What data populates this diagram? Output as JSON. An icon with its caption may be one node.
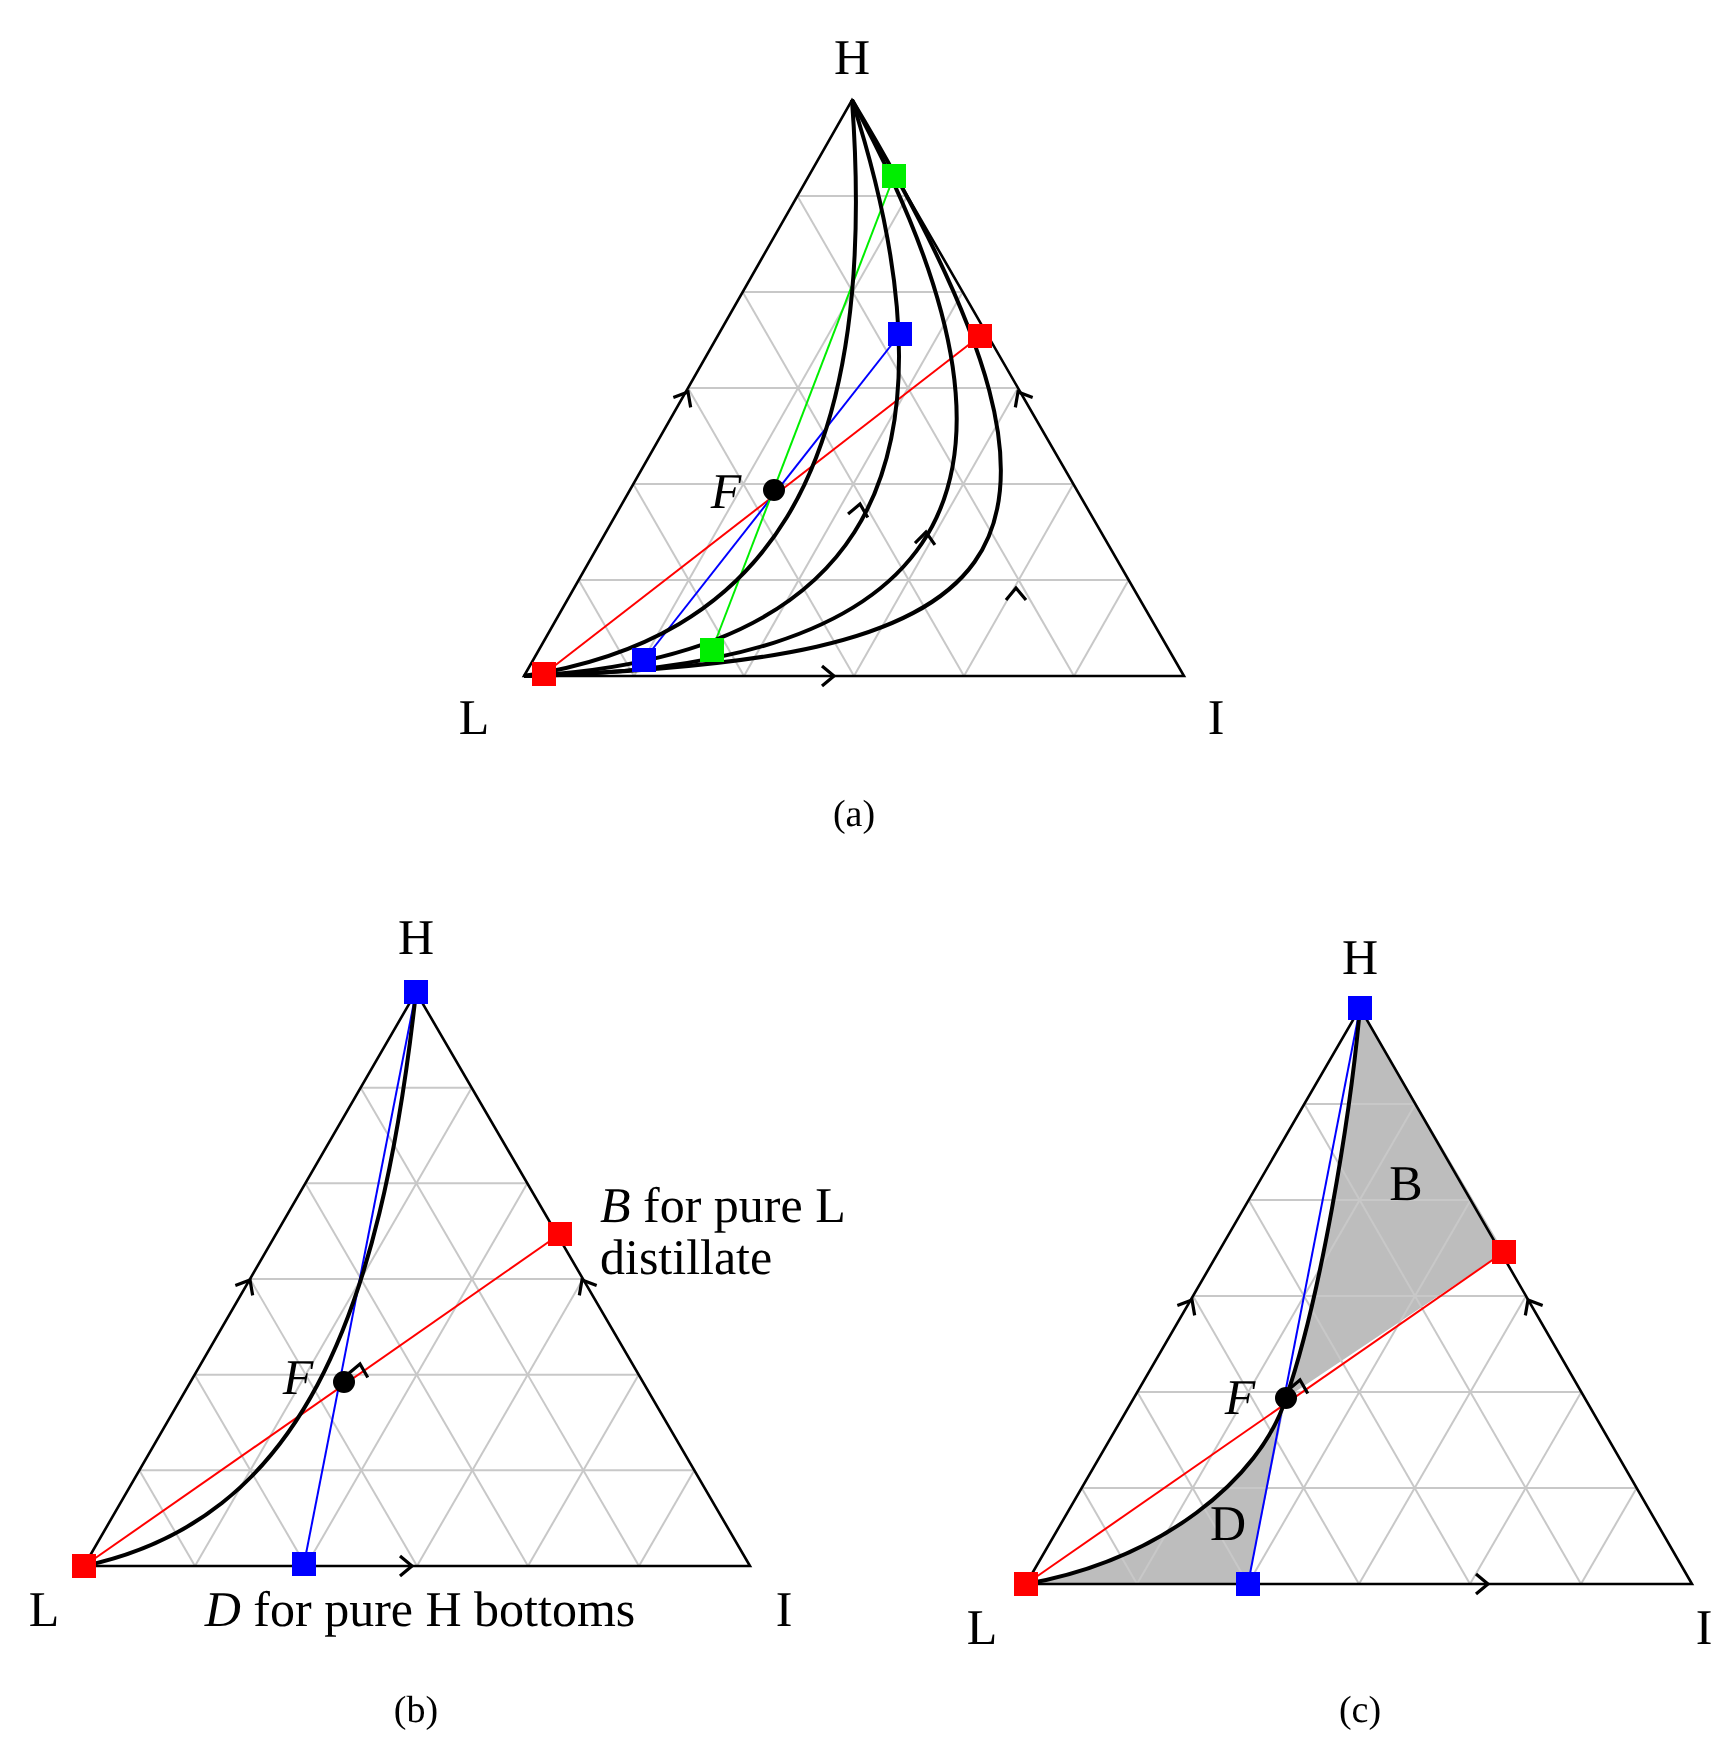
{
  "diagram": {
    "labels": [
      "H",
      "F",
      "L",
      "I",
      "(a)",
      "H",
      "*B* for pure L distillate",
      "F",
      "L",
      "*D* for pure H bottoms",
      "I",
      "(b)",
      "H",
      "B",
      "F",
      "D",
      "L",
      "I",
      "(c)"
    ]
  }
}
